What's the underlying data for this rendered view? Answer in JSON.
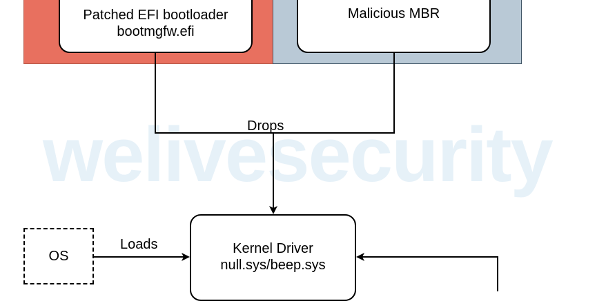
{
  "colors": {
    "left_panel": "#e8705f",
    "right_panel": "#b9c9d6",
    "line": "#000000"
  },
  "watermark": "welivesecurity",
  "nodes": {
    "efi_bootloader": {
      "line1": "Patched EFI bootloader",
      "line2": "bootmgfw.efi"
    },
    "malicious_mbr": {
      "label": "Malicious MBR"
    },
    "kernel_driver": {
      "line1": "Kernel Driver",
      "line2": "null.sys/beep.sys"
    },
    "os": {
      "label": "OS"
    }
  },
  "edges": {
    "drops": "Drops",
    "loads": "Loads"
  }
}
